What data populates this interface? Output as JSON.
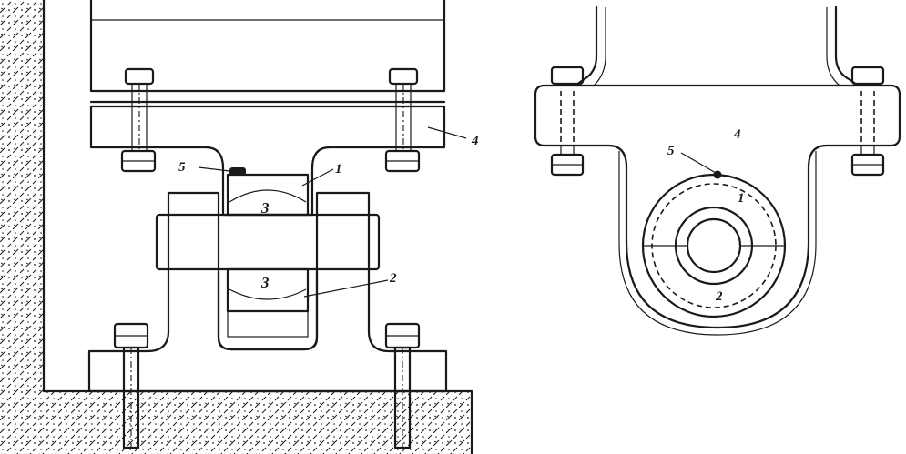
{
  "figure": {
    "left_view": {
      "labels": {
        "part_1": "1",
        "part_2": "2",
        "part_3_top": "3",
        "part_3_bottom": "3",
        "part_4": "4",
        "part_5": "5"
      }
    },
    "right_view": {
      "labels": {
        "part_1": "1",
        "part_2": "2",
        "part_4": "4",
        "part_5": "5"
      }
    }
  }
}
